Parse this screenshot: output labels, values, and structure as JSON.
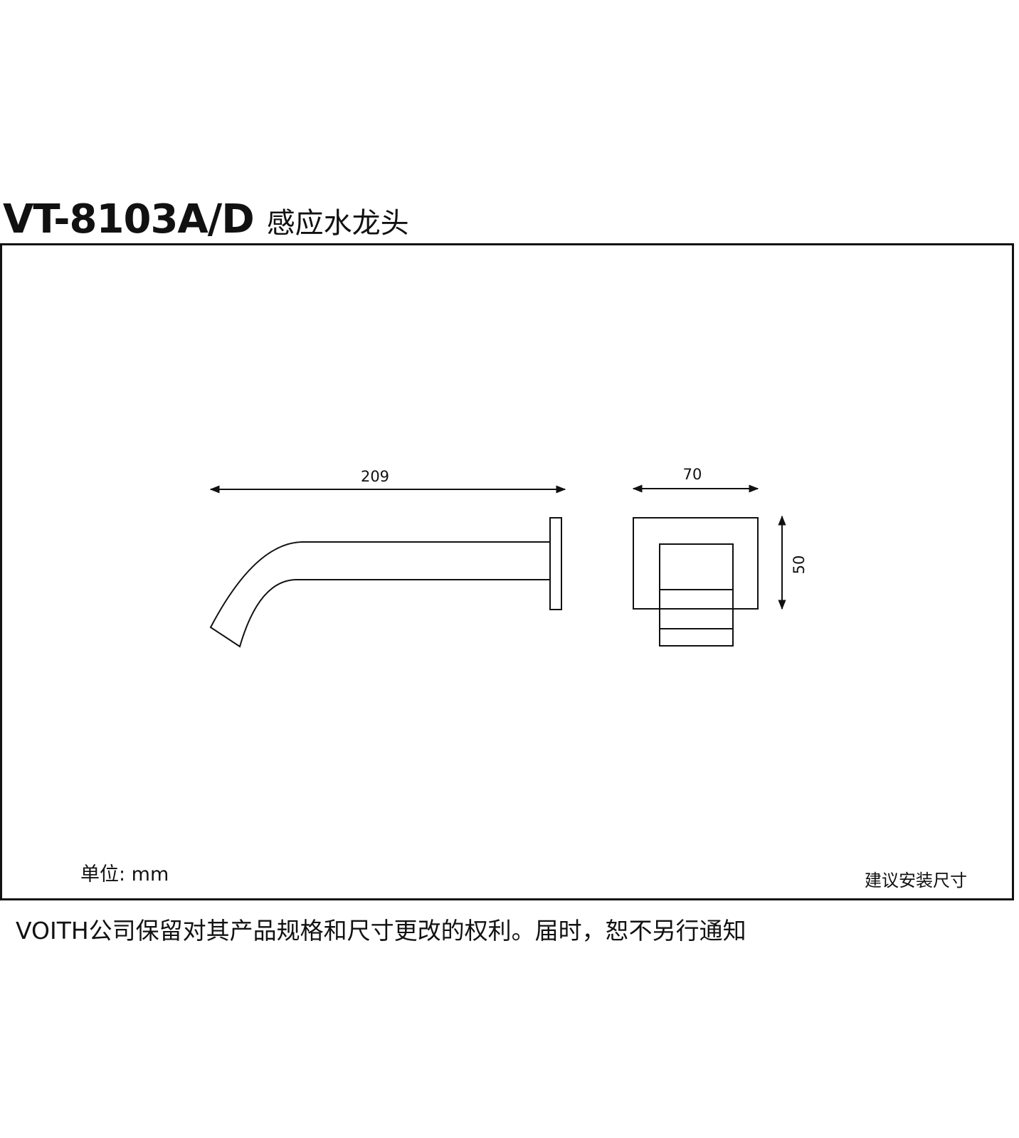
{
  "header": {
    "model": "VT-8103A/D",
    "name": "感应水龙头"
  },
  "dimensions": {
    "spout_length": "209",
    "plate_width": "70",
    "plate_height": "50"
  },
  "labels": {
    "unit": "单位: mm",
    "install": "建议安装尺寸"
  },
  "footer": {
    "notice": "VOITH公司保留对其产品规格和尺寸更改的权利。届时，恕不另行通知"
  },
  "colors": {
    "line": "#111111",
    "background": "#ffffff"
  }
}
